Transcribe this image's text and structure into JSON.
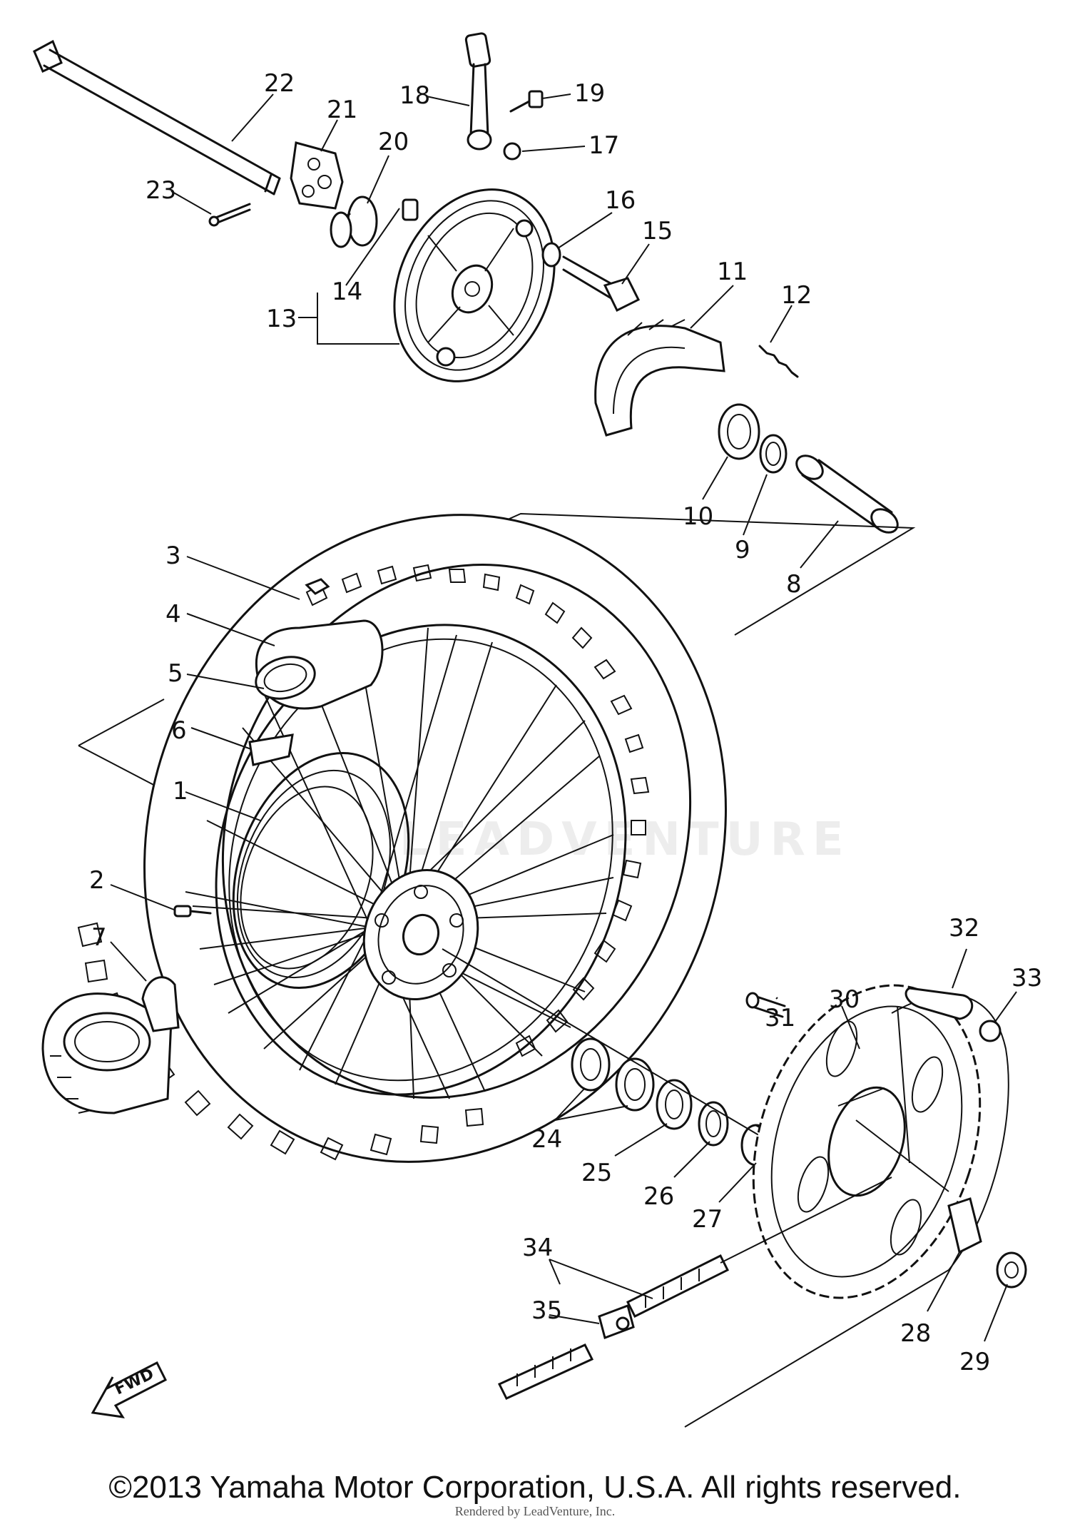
{
  "parts": [
    "1",
    "2",
    "3",
    "4",
    "5",
    "6",
    "7",
    "8",
    "9",
    "10",
    "11",
    "12",
    "13",
    "14",
    "15",
    "16",
    "17",
    "18",
    "19",
    "20",
    "21",
    "22",
    "23",
    "24",
    "25",
    "26",
    "27",
    "28",
    "29",
    "30",
    "31",
    "32",
    "33",
    "34",
    "35"
  ],
  "fwd_label": "FWD",
  "watermark": "LEADVENTURE",
  "copyright": "©2013 Yamaha Motor Corporation, U.S.A. All rights reserved.",
  "render_note": "Rendered by LeadVenture, Inc."
}
